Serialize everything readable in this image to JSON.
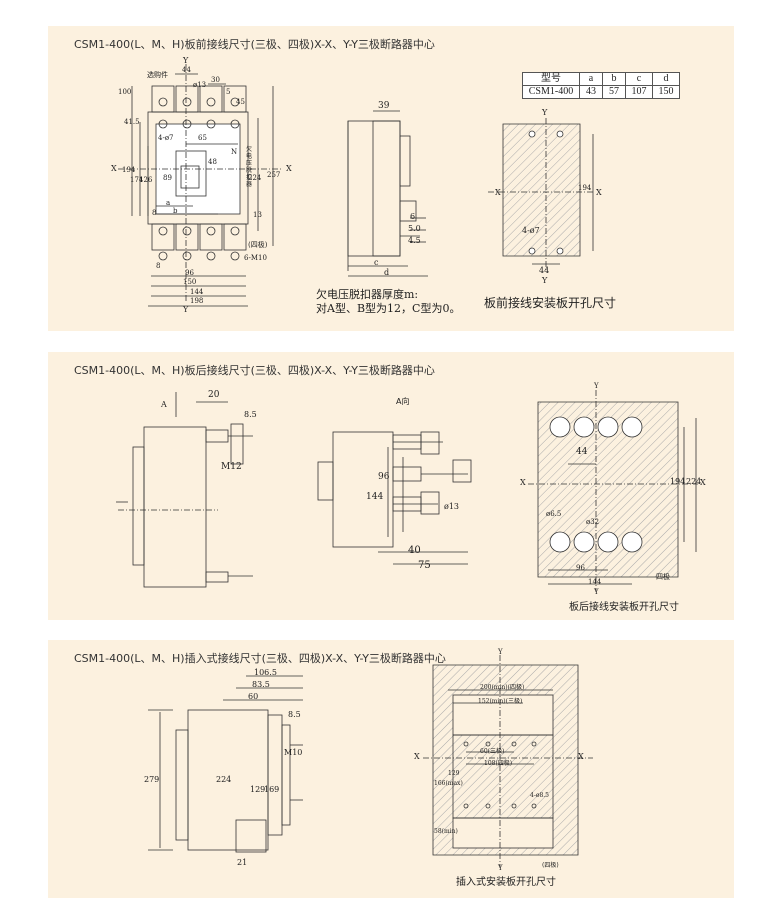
{
  "panel1": {
    "title": "CSM1-400(L、M、H)板前接线尺寸(三极、四极)X-X、Y-Y三极断路器中心",
    "front_labels": {
      "option_part": "选购件",
      "d44": "44",
      "d13": "ø13",
      "d30": "30",
      "d5": "5",
      "d45": "45",
      "d100": "100",
      "d41_5": "41.5",
      "d4_7": "4-ø7",
      "d65": "65",
      "d48": "48",
      "n": "N",
      "uv_release": "欠电压脱扣器",
      "d194": "194",
      "d174": "174",
      "d126": "126",
      "d89": "89",
      "d224": "224",
      "d257": "257",
      "d13b": "13",
      "d_a": "a",
      "d_b": "b",
      "d8": "8",
      "four_pole": "(四极)",
      "d6_m10": "6-M10",
      "d8b": "8",
      "d96": "96",
      "d150": "150",
      "d144": "144",
      "d198": "198",
      "axis_x": "X",
      "axis_y": "Y"
    },
    "side_labels": {
      "d39": "39",
      "d6": "6",
      "d5_0": "5.0",
      "d4_5": "4.5",
      "d_c": "c",
      "d_d": "d"
    },
    "table": {
      "header": [
        "型号",
        "a",
        "b",
        "c",
        "d"
      ],
      "row": [
        "CSM1-400",
        "43",
        "57",
        "107",
        "150"
      ]
    },
    "note_line1": "欠电压脱扣器厚度m:",
    "note_line2": "对A型、B型为12，C型为0。",
    "mount_labels": {
      "d194": "194",
      "d4_7": "4-ø7",
      "d44": "44",
      "axis_x": "X",
      "axis_y": "Y"
    },
    "mount_caption": "板前接线安装板开孔尺寸"
  },
  "panel2": {
    "title": "CSM1-400(L、M、H)板后接线尺寸(三极、四极)X-X、Y-Y三极断路器中心",
    "side_labels": {
      "a_arrow": "A",
      "d20": "20",
      "d8_5": "8.5",
      "m12": "M12"
    },
    "aview_labels": {
      "a_view": "A向",
      "d96": "96",
      "d144": "144",
      "d13": "ø13",
      "d40": "40",
      "d75": "75"
    },
    "mount_labels": {
      "axis_y": "Y",
      "axis_x": "X",
      "d44": "44",
      "d194": "194",
      "d224": "224",
      "d6_5": "ø6.5",
      "d32": "ø32",
      "d96": "96",
      "d144": "144",
      "four_pole": "四极"
    },
    "mount_caption": "板后接线安装板开孔尺寸"
  },
  "panel3": {
    "title": "CSM1-400(L、M、H)插入式接线尺寸(三极、四极)X-X、Y-Y三极断路器中心",
    "side_labels": {
      "d106_5": "106.5",
      "d83_5": "83.5",
      "d60": "60",
      "d8_5": "8.5",
      "d279": "279",
      "d224": "224",
      "d129": "129",
      "d169": "169",
      "d21": "21",
      "m10": "M10"
    },
    "mount_labels": {
      "axis_y": "Y",
      "axis_x": "X",
      "d200": "200(min)(四极)",
      "d152": "152(min)(三极)",
      "d60": "60(三极)",
      "d108": "108(四极)",
      "d166": "166(max)",
      "d129": "129",
      "d58": "58(min)",
      "d4_8_5": "4-ø8.5",
      "four_pole": "(四极)"
    },
    "mount_caption": "插入式安装板开孔尺寸"
  },
  "colors": {
    "panel_bg": "#fcf1df",
    "line": "#333333"
  }
}
